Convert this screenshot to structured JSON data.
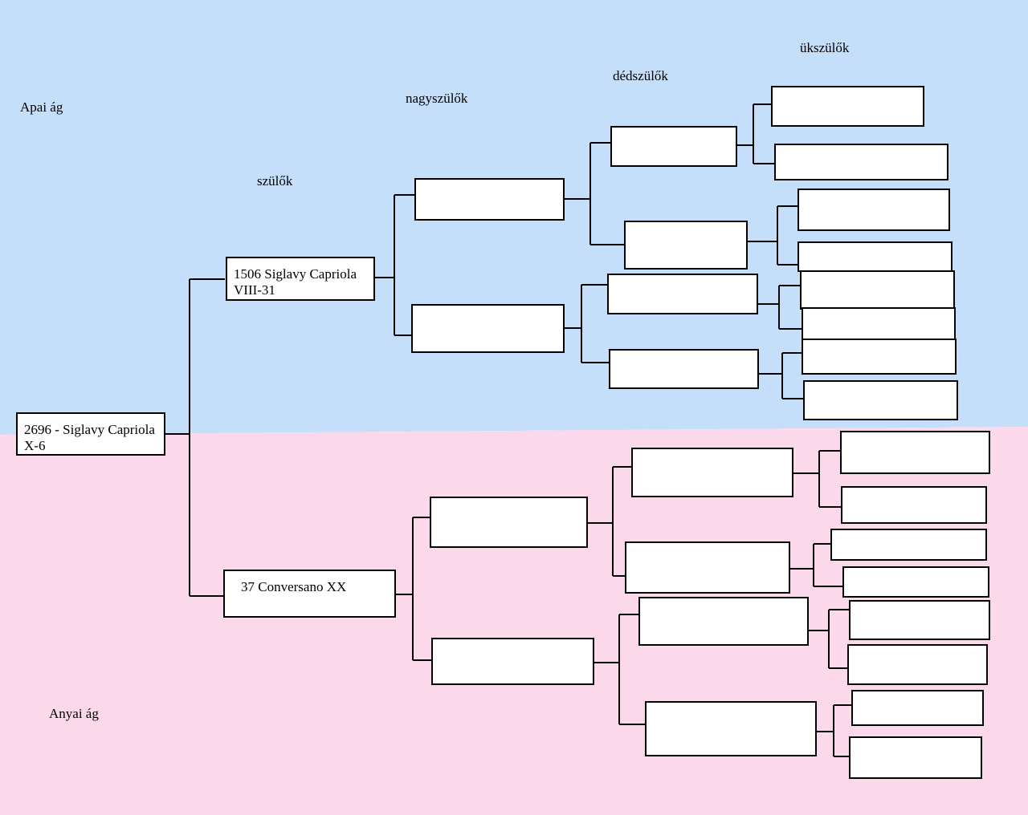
{
  "colors": {
    "paternal_bg": "#c5def9",
    "maternal_bg": "#fcd9ea",
    "line": "#000000"
  },
  "labels": {
    "paternal_branch": "Apai ág",
    "maternal_branch": "Anyai ág",
    "parents": "szülők",
    "grandparents": "nagyszülők",
    "great_grandparents": "dédszülők",
    "great_great_grandparents": "ükszülők"
  },
  "tree": {
    "subject": "2696 - Siglavy Capriola\nX-6",
    "sire": "1506 Siglavy Capriola\nVIII-31",
    "dam": "37 Conversano XX",
    "grandparents": [
      "",
      "",
      "",
      ""
    ],
    "great_grandparents": [
      "",
      "",
      "",
      "",
      "",
      "",
      "",
      ""
    ],
    "great_great_grandparents": [
      "",
      "",
      "",
      "",
      "",
      "",
      "",
      "",
      "",
      "",
      "",
      "",
      "",
      "",
      "",
      ""
    ]
  }
}
